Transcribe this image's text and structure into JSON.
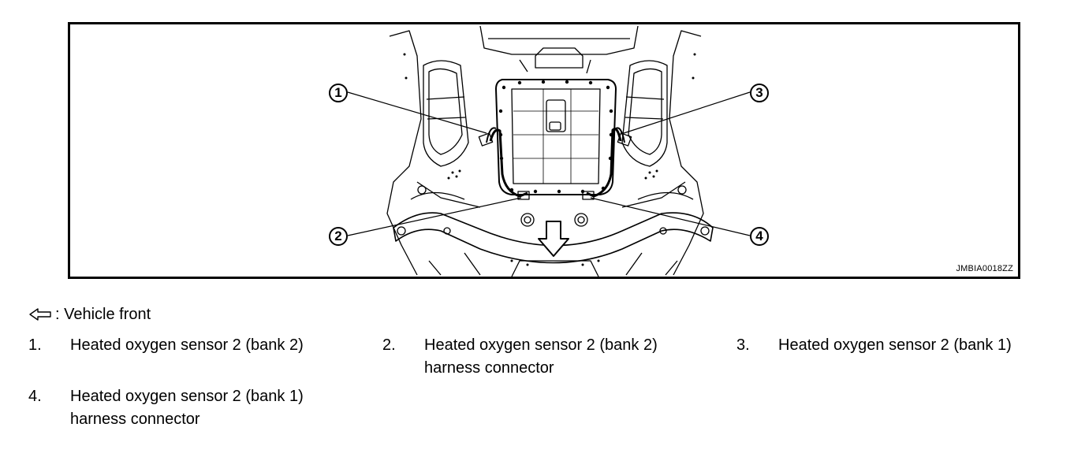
{
  "figure": {
    "image_code": "JMBIA0018ZZ",
    "callouts": [
      "1",
      "2",
      "3",
      "4"
    ],
    "line_color": "#000000"
  },
  "legend": {
    "arrow_icon": "outline-arrow-left-icon",
    "front_label": ": Vehicle front",
    "items": [
      {
        "number": "1.",
        "lines": [
          "Heated oxygen sensor 2 (bank 2)"
        ]
      },
      {
        "number": "2.",
        "lines": [
          "Heated oxygen sensor 2 (bank 2)",
          "harness connector"
        ]
      },
      {
        "number": "3.",
        "lines": [
          "Heated oxygen sensor 2 (bank 1)"
        ]
      },
      {
        "number": "4.",
        "lines": [
          "Heated oxygen sensor 2 (bank 1)",
          "harness connector"
        ]
      }
    ]
  }
}
